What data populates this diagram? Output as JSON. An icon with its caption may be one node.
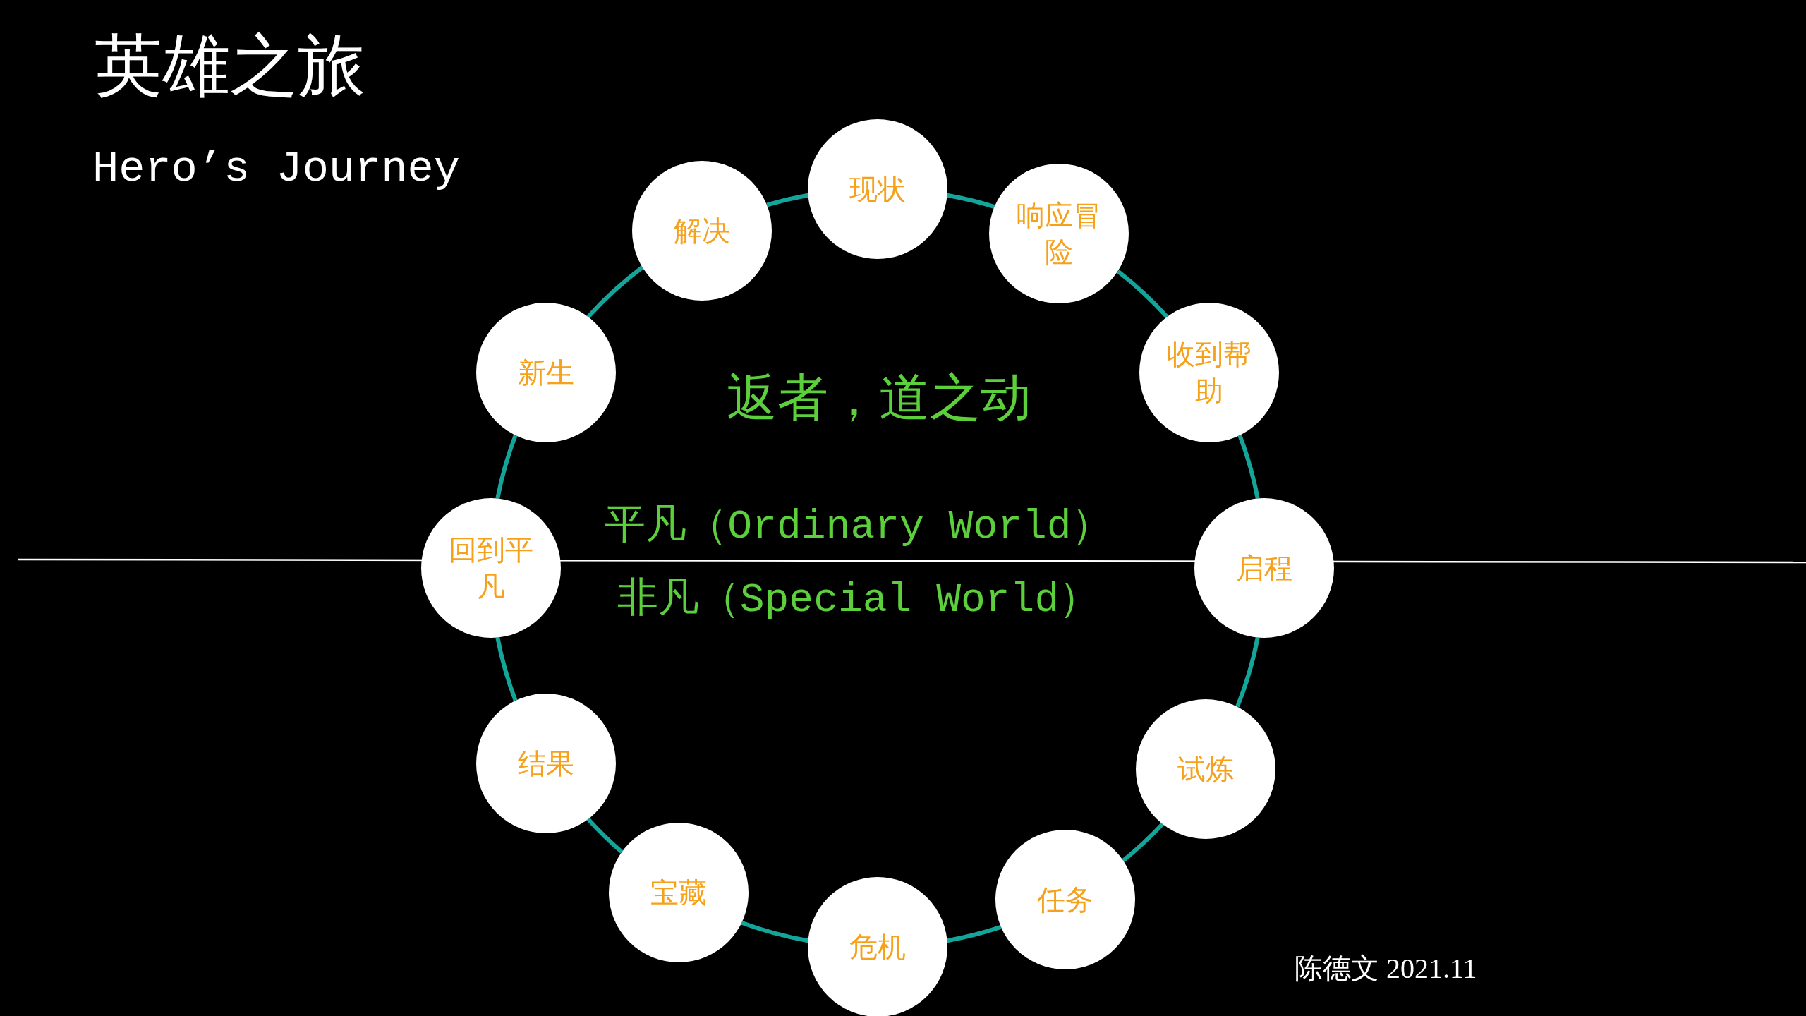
{
  "diagram": {
    "title": "英雄之旅",
    "nodes": [
      {
        "text": [
          "现状"
        ]
      },
      {
        "text": [
          "响应冒险"
        ]
      },
      {
        "text": [
          "收到帮助"
        ]
      },
      {
        "text": [
          "启程"
        ]
      },
      {
        "text": [
          "试炼"
        ]
      },
      {
        "text": [
          "任务"
        ]
      },
      {
        "text": [
          "危机"
        ]
      },
      {
        "text": [
          "宝藏"
        ]
      },
      {
        "text": [
          "结果"
        ]
      },
      {
        "text": [
          "回到平凡"
        ]
      },
      {
        "text": [
          "新生"
        ]
      },
      {
        "text": [
          "解决"
        ]
      }
    ],
    "edges": [
      {
        "from": 0,
        "to": 1,
        "arrow": "none"
      },
      {
        "from": 1,
        "to": 2,
        "arrow": "none"
      },
      {
        "from": 2,
        "to": 3,
        "arrow": "none"
      },
      {
        "from": 3,
        "to": 4,
        "arrow": "none"
      },
      {
        "from": 4,
        "to": 5,
        "arrow": "none"
      },
      {
        "from": 5,
        "to": 6,
        "arrow": "none"
      },
      {
        "from": 6,
        "to": 7,
        "arrow": "none"
      },
      {
        "from": 7,
        "to": 8,
        "arrow": "none"
      },
      {
        "from": 8,
        "to": 9,
        "arrow": "none"
      },
      {
        "from": 9,
        "to": 10,
        "arrow": "none"
      },
      {
        "from": 10,
        "to": 11,
        "arrow": "none"
      },
      {
        "from": 11,
        "to": 0,
        "arrow": "none"
      }
    ],
    "labels": [
      "Hero’s Journey",
      "返者，道之动",
      "平凡（Ordinary World）",
      "非凡（Special World）",
      "陈德文 2021.11"
    ]
  }
}
